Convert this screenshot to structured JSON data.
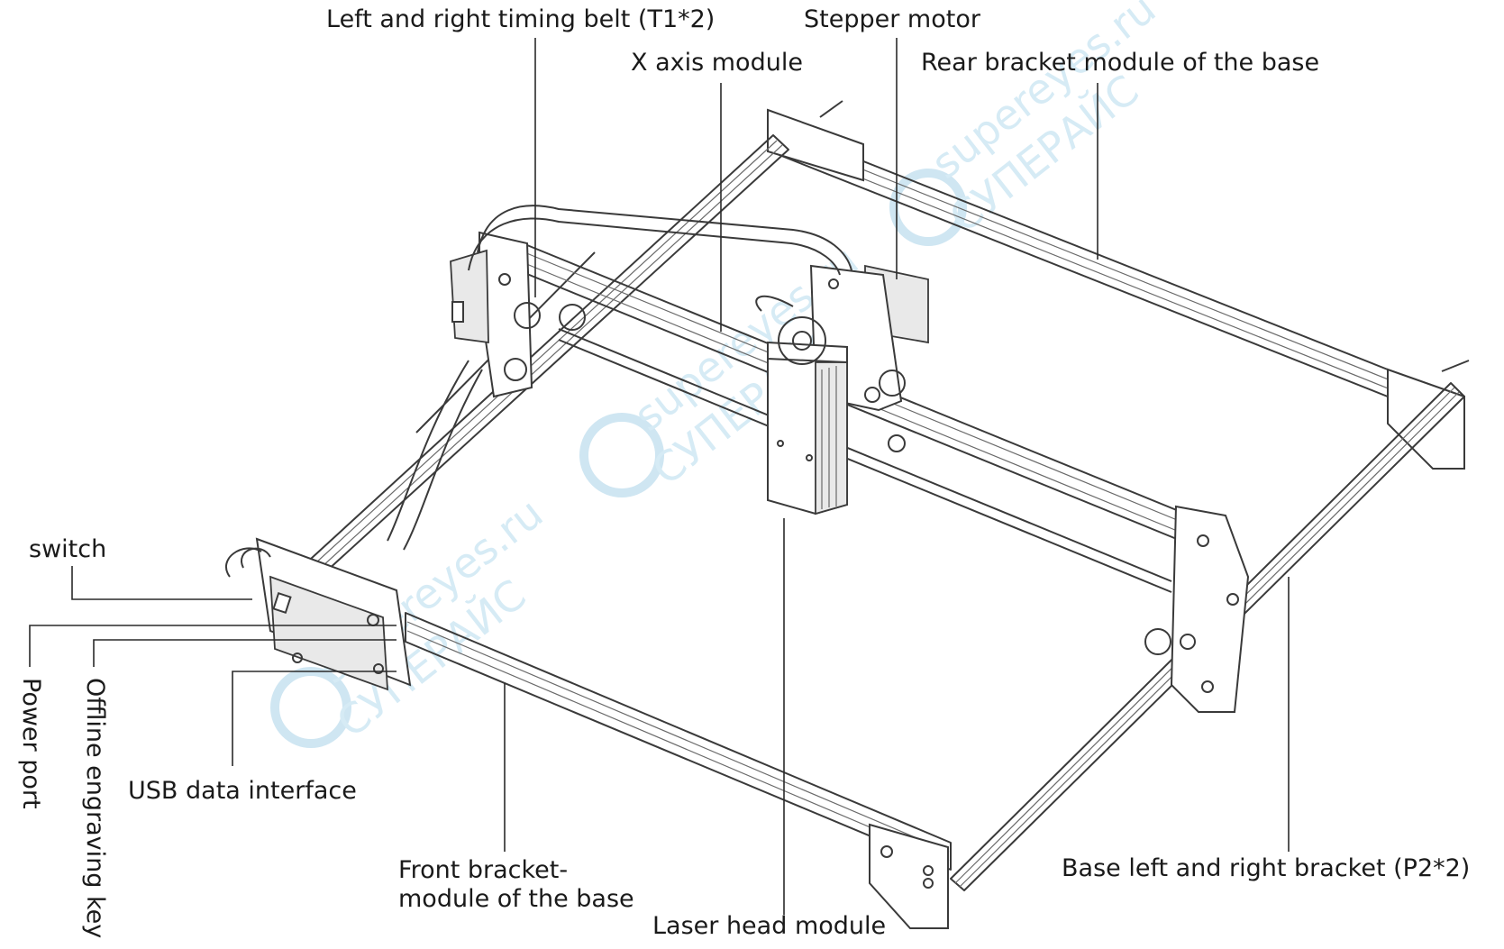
{
  "watermark": {
    "line1": "supereyes.ru",
    "line2": "СУПЕРАЙС"
  },
  "labels": {
    "belt": "Left and right timing belt (T1*2)",
    "stepper": "Stepper motor",
    "x_axis": "X axis module",
    "rear_bracket": "Rear bracket module of the base",
    "switch": "switch",
    "power_port": "Power port",
    "offline_key": "Offline engraving key",
    "usb": "USB data interface",
    "front_bracket_1": "Front bracket-",
    "front_bracket_2": "module of the base",
    "laser_head": "Laser head module",
    "side_bracket": "Base left and right bracket (P2*2)"
  }
}
